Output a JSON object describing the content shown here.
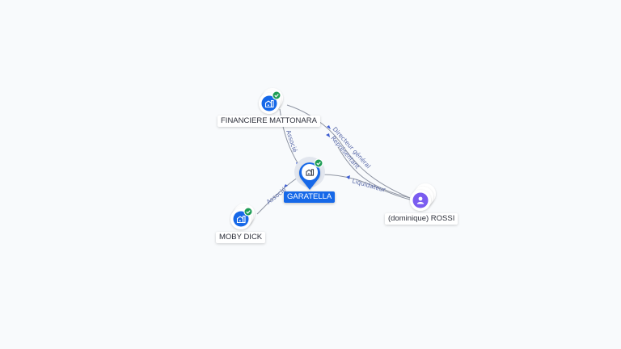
{
  "colors": {
    "company": "#1668e8",
    "person": "#7a5cf0",
    "verified": "#1f9d55",
    "edge": "#8d93a1",
    "edge_label": "#5a6aa8"
  },
  "nodes": {
    "financiere": {
      "label": "FINANCIERE MATTONARA",
      "icon": "building-icon",
      "verified": true
    },
    "garatella": {
      "label": "GARATELLA",
      "icon": "building-icon",
      "verified": true,
      "focus": true
    },
    "moby": {
      "label": "MOBY DICK",
      "icon": "building-icon",
      "verified": true
    },
    "rossi": {
      "label": "(dominique) ROSSI",
      "icon": "person-icon",
      "verified": false
    }
  },
  "edges": {
    "financiere_garatella": "Associé",
    "moby_garatella": "Associé",
    "rossi_financiere_1": "Directeur général",
    "rossi_financiere_2": "Représentant",
    "rossi_garatella": "Liquidateur"
  }
}
